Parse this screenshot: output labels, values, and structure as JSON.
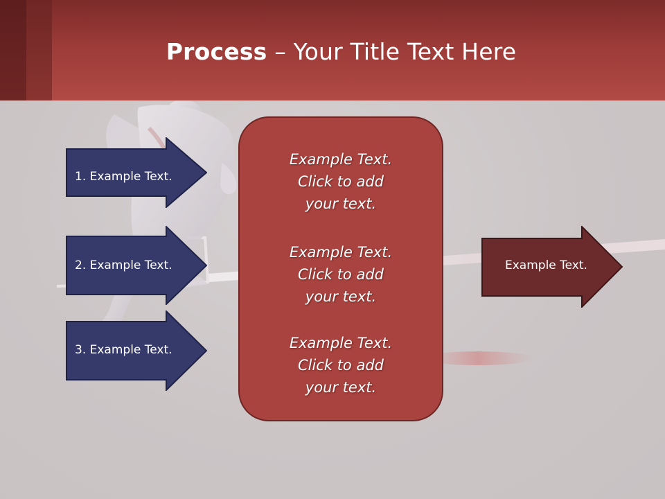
{
  "slide": {
    "title_bold": "Process",
    "title_rest": " – Your Title Text Here"
  },
  "steps": [
    {
      "label": "1. Example Text."
    },
    {
      "label": "2. Example Text."
    },
    {
      "label": "3. Example Text."
    }
  ],
  "center": {
    "paragraphs": [
      {
        "line1": "Example Text.",
        "line2": "Click  to add",
        "line3": "your text."
      },
      {
        "line1": "Example Text.",
        "line2": "Click  to add",
        "line3": "your text."
      },
      {
        "line1": "Example Text.",
        "line2": "Click  to add",
        "line3": "your text."
      }
    ]
  },
  "output": {
    "label": "Example Text."
  },
  "colors": {
    "header_dark": "#7c2b2a",
    "header_light": "#b04a45",
    "step_fill": "#353a6b",
    "center_fill": "#a9433f",
    "output_fill": "#6b2b2c",
    "background": "#cbc5c6"
  }
}
